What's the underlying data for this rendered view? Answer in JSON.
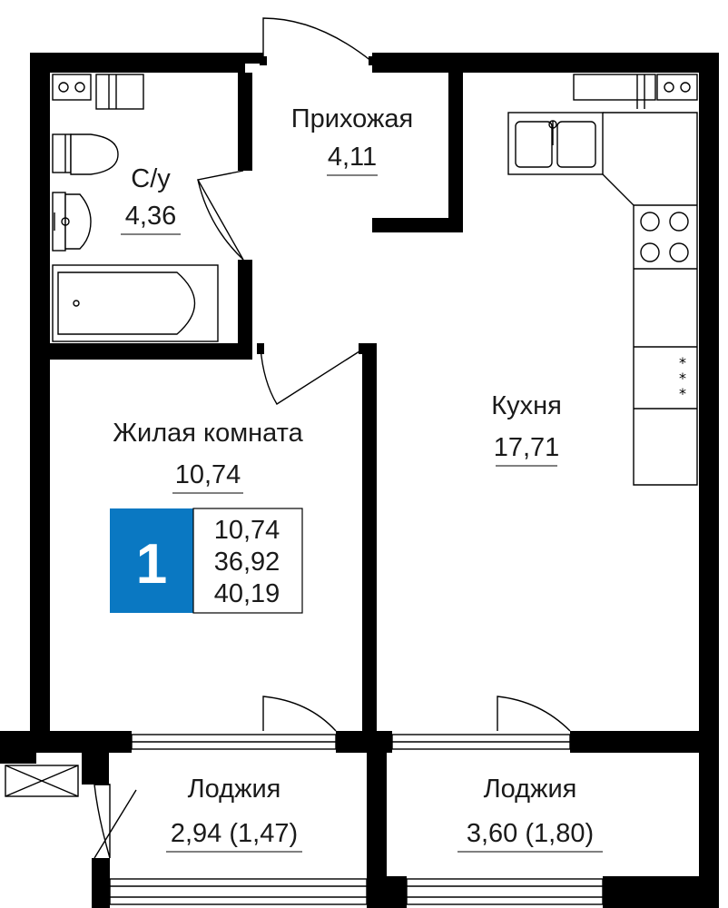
{
  "rooms": {
    "bathroom": {
      "name": "С/у",
      "area": "4,36"
    },
    "hallway": {
      "name": "Прихожая",
      "area": "4,11"
    },
    "kitchen": {
      "name": "Кухня",
      "area": "17,71"
    },
    "living": {
      "name": "Жилая комната",
      "area": "10,74"
    },
    "loggia_left": {
      "name": "Лоджия",
      "area": "2,94 (1,47)"
    },
    "loggia_right": {
      "name": "Лоджия",
      "area": "3,60 (1,80)"
    }
  },
  "summary": {
    "rooms_count": "1",
    "living_area": "10,74",
    "area_without_loggia": "36,92",
    "total_area": "40,19"
  },
  "colors": {
    "badge": "#0a78c2",
    "walls": "#000000"
  },
  "icons": [
    "socket-icon",
    "toilet-icon",
    "sink-icon",
    "bathtub-icon",
    "kitchen-sink-icon",
    "stove-icon"
  ]
}
